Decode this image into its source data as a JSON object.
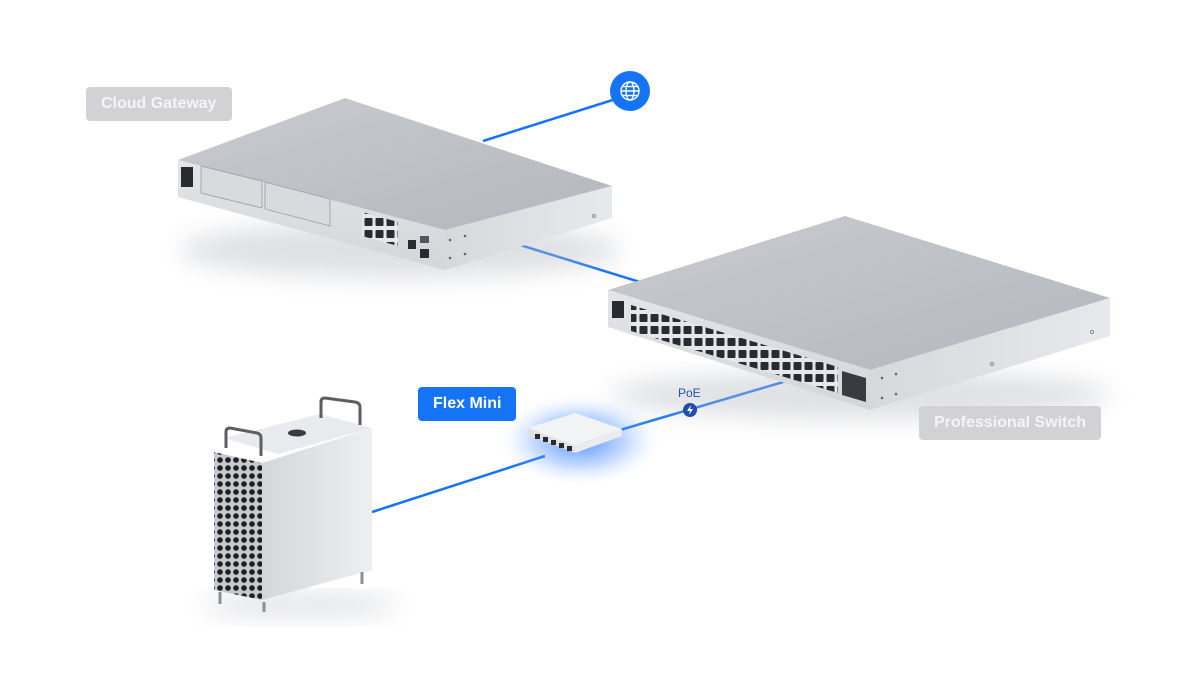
{
  "diagram": {
    "title": "Network topology",
    "accent_color": "#1573f5",
    "poe_color": "#1d4fa8",
    "nodes": [
      {
        "id": "internet",
        "label": "",
        "icon": "globe-icon"
      },
      {
        "id": "cloud-gateway",
        "label": "Cloud Gateway",
        "state": "muted"
      },
      {
        "id": "professional-switch",
        "label": "Professional Switch",
        "state": "muted"
      },
      {
        "id": "flex-mini",
        "label": "Flex Mini",
        "state": "highlighted"
      },
      {
        "id": "workstation",
        "label": "",
        "icon": "tower-computer"
      }
    ],
    "links": [
      {
        "from": "cloud-gateway",
        "to": "internet",
        "label": ""
      },
      {
        "from": "cloud-gateway",
        "to": "professional-switch",
        "label": ""
      },
      {
        "from": "professional-switch",
        "to": "flex-mini",
        "label": "PoE",
        "icon": "lightning-bolt-icon"
      },
      {
        "from": "flex-mini",
        "to": "workstation",
        "label": ""
      }
    ]
  },
  "labels": {
    "cloud_gateway": "Cloud Gateway",
    "professional_switch": "Professional Switch",
    "flex_mini": "Flex Mini",
    "poe": "PoE"
  }
}
